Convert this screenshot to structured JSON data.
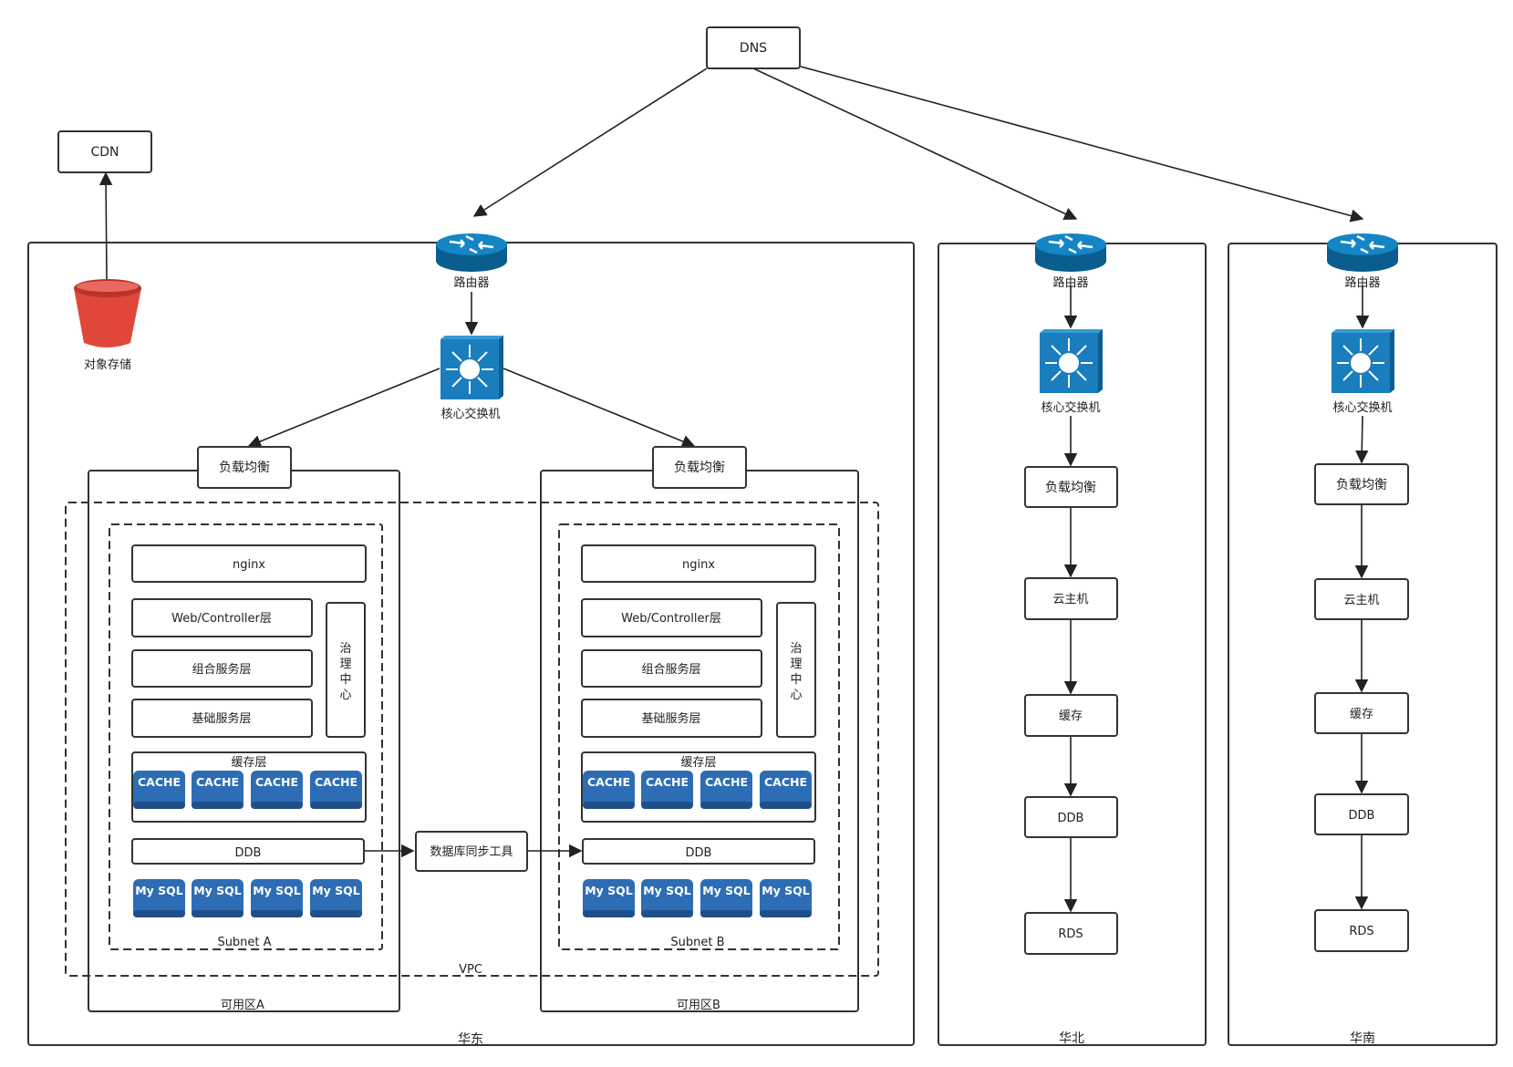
{
  "colors": {
    "router": "#0a6ea8",
    "router_top": "#1585c4",
    "switch": "#1a7dbe",
    "chip": "#2d6db5",
    "chip_dark": "#1f4f88",
    "bucket": "#e0473a",
    "bucket_dark": "#b9332a",
    "line": "#222222"
  },
  "icons": {
    "router": "router-icon",
    "switch": "core-switch-icon",
    "bucket": "object-storage-bucket-icon"
  },
  "nodes": {
    "dns": "DNS",
    "cdn": "CDN",
    "object_storage": "对象存储",
    "router": "路由器",
    "core_switch": "核心交换机",
    "load_balancer": "负载均衡",
    "db_sync_tool": "数据库同步工具",
    "cloud_host": "云主机",
    "cache": "缓存",
    "ddb": "DDB",
    "rds": "RDS"
  },
  "regions": {
    "east": "华东",
    "north": "华北",
    "south": "华南"
  },
  "zones": {
    "a": "可用区A",
    "b": "可用区B"
  },
  "vpc": "VPC",
  "subnets": {
    "a": "Subnet A",
    "b": "Subnet B"
  },
  "stack": {
    "nginx": "nginx",
    "web": "Web/Controller层",
    "composite": "组合服务层",
    "base": "基础服务层",
    "governance": [
      "治",
      "理",
      "中",
      "心"
    ],
    "cache_layer": "缓存层",
    "cache_chip": "CACHE",
    "ddb": "DDB",
    "mysql_chip": "My SQL"
  }
}
